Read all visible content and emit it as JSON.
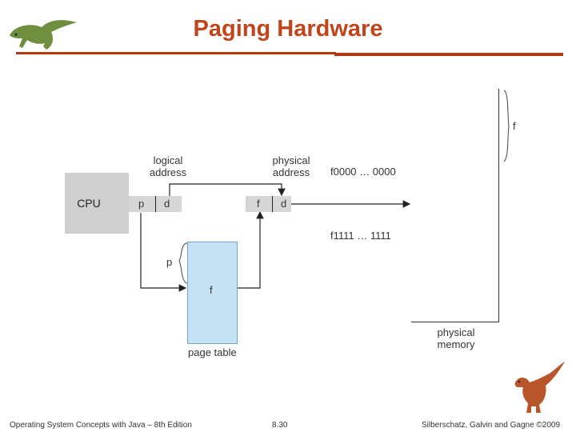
{
  "title": "Paging Hardware",
  "diagram": {
    "cpu_label": "CPU",
    "logical_address_label": "logical\naddress",
    "physical_address_label": "physical\naddress",
    "logical_p": "p",
    "logical_d": "d",
    "physical_f": "f",
    "physical_d": "d",
    "brace_p": "p",
    "table_entry_f": "f",
    "page_table_label": "page table",
    "mem_start": "f0000 … 0000",
    "mem_end": "f1111 … 1111",
    "frame_label": "f",
    "physical_memory_label": "physical\nmemory"
  },
  "footer": {
    "left": "Operating System Concepts with Java – 8th Edition",
    "center": "8.30",
    "right": "Silberschatz, Galvin and Gagne ©2009"
  },
  "colors": {
    "title": "#c0451a",
    "rule": "#b23a12",
    "page_table_fill": "#c5e2f5",
    "box_fill": "#d6d6d6"
  }
}
